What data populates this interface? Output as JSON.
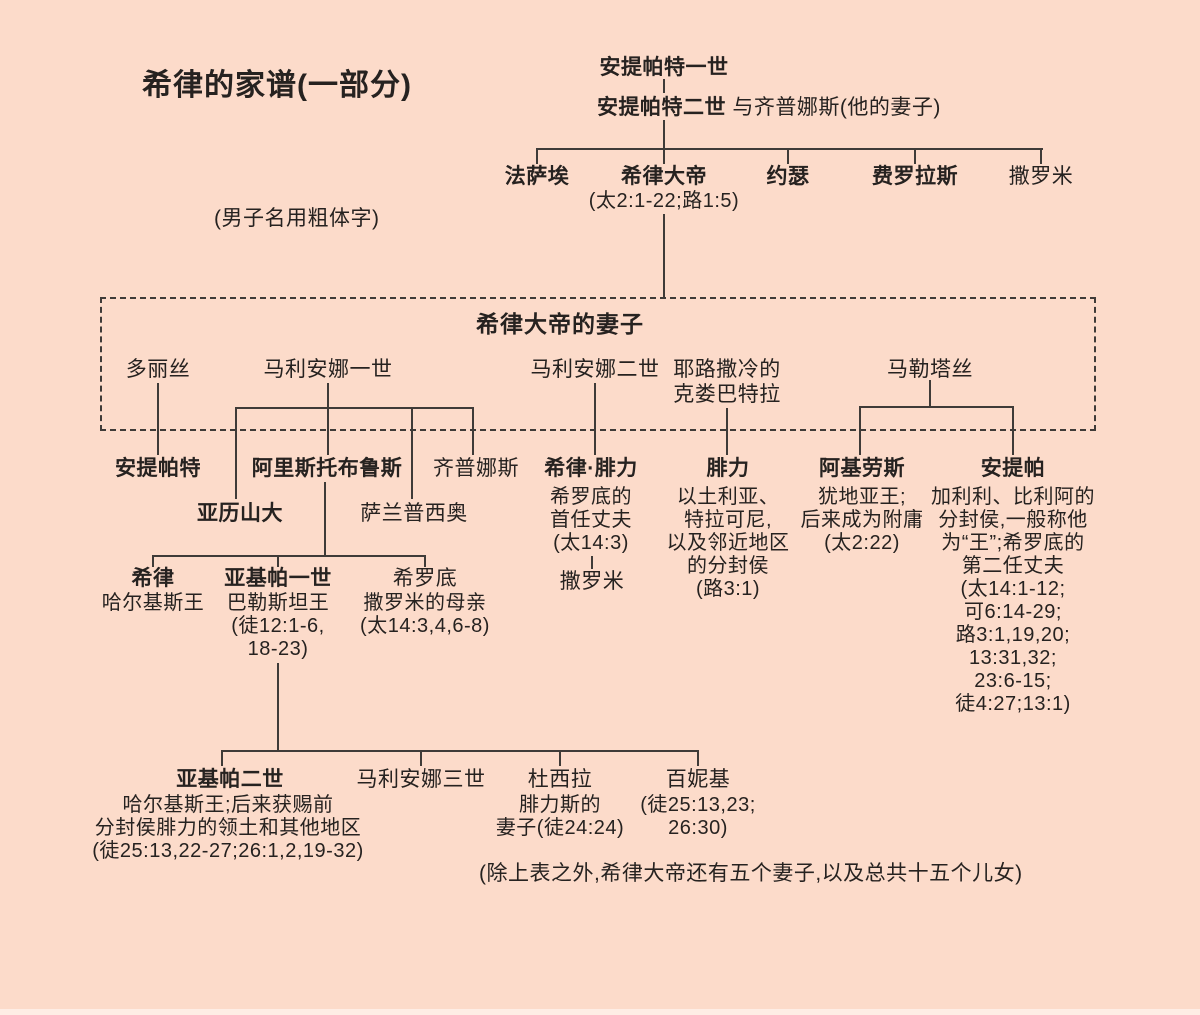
{
  "title": "希律的家谱(一部分)",
  "legend": "(男子名用粗体字)",
  "footnote": "(除上表之外,希律大帝还有五个妻子,以及总共十五个儿女)",
  "generation1": {
    "antipater1": "安提帕特一世",
    "antipater2": "安提帕特二世",
    "antipater2_spouse": " 与齐普娜斯(他的妻子)"
  },
  "generation2": {
    "phasael": "法萨埃",
    "herod_great": "希律大帝",
    "herod_great_ref": "(太2:1-22;路1:5)",
    "joseph": "约瑟",
    "pheroras": "费罗拉斯",
    "salome": "撒罗米"
  },
  "wives_box": {
    "title": "希律大帝的妻子",
    "doris": "多丽丝",
    "mariamne1": "马利安娜一世",
    "mariamne2": "马利安娜二世",
    "cleopatra_line1": "耶路撒冷的",
    "cleopatra_line2": "克娄巴特拉",
    "malthace": "马勒塔丝"
  },
  "generation3": {
    "antipater": "安提帕特",
    "aristobulus": "阿里斯托布鲁斯",
    "alexander": "亚历山大",
    "salampsio": "萨兰普西奥",
    "cypros": "齐普娜斯",
    "herod_philip": {
      "name": "希律·腓力",
      "details": [
        "希罗底的",
        "首任丈夫",
        "(太14:3)"
      ],
      "child": "撒罗米"
    },
    "philip": {
      "name": "腓力",
      "details": [
        "以土利亚、",
        "特拉可尼,",
        "以及邻近地区",
        "的分封侯",
        "(路3:1)"
      ]
    },
    "archelaus": {
      "name": "阿基劳斯",
      "details": [
        "犹地亚王;",
        "后来成为附庸",
        "(太2:22)"
      ]
    },
    "antipas": {
      "name": "安提帕",
      "details": [
        "加利利、比利阿的",
        "分封侯,一般称他",
        "为“王”;希罗底的",
        "第二任丈夫",
        "(太14:1-12;",
        "可6:14-29;",
        "路3:1,19,20;",
        "13:31,32;",
        "23:6-15;",
        "徒4:27;13:1)"
      ]
    }
  },
  "generation4": {
    "herod": {
      "name": "希律",
      "details": [
        "哈尔基斯王"
      ]
    },
    "agrippa1": {
      "name": "亚基帕一世",
      "details": [
        "巴勒斯坦王",
        "(徒12:1-6,",
        "18-23)"
      ]
    },
    "herodias": {
      "name": "希罗底",
      "details": [
        "撒罗米的母亲",
        "(太14:3,4,6-8)"
      ]
    }
  },
  "generation5": {
    "agrippa2": {
      "name": "亚基帕二世",
      "details": [
        "哈尔基斯王;后来获赐前",
        "分封侯腓力的领土和其他地区",
        "(徒25:13,22-27;26:1,2,19-32)"
      ]
    },
    "mariamne3": "马利安娜三世",
    "drusilla": {
      "name": "杜西拉",
      "details": [
        "腓力斯的",
        "妻子(徒24:24)"
      ]
    },
    "bernice": {
      "name": "百妮基",
      "details": [
        "(徒25:13,23;",
        "26:30)"
      ]
    }
  },
  "colors": {
    "background": "#fcdbca",
    "line": "#3f3b38",
    "text": "#262220"
  }
}
